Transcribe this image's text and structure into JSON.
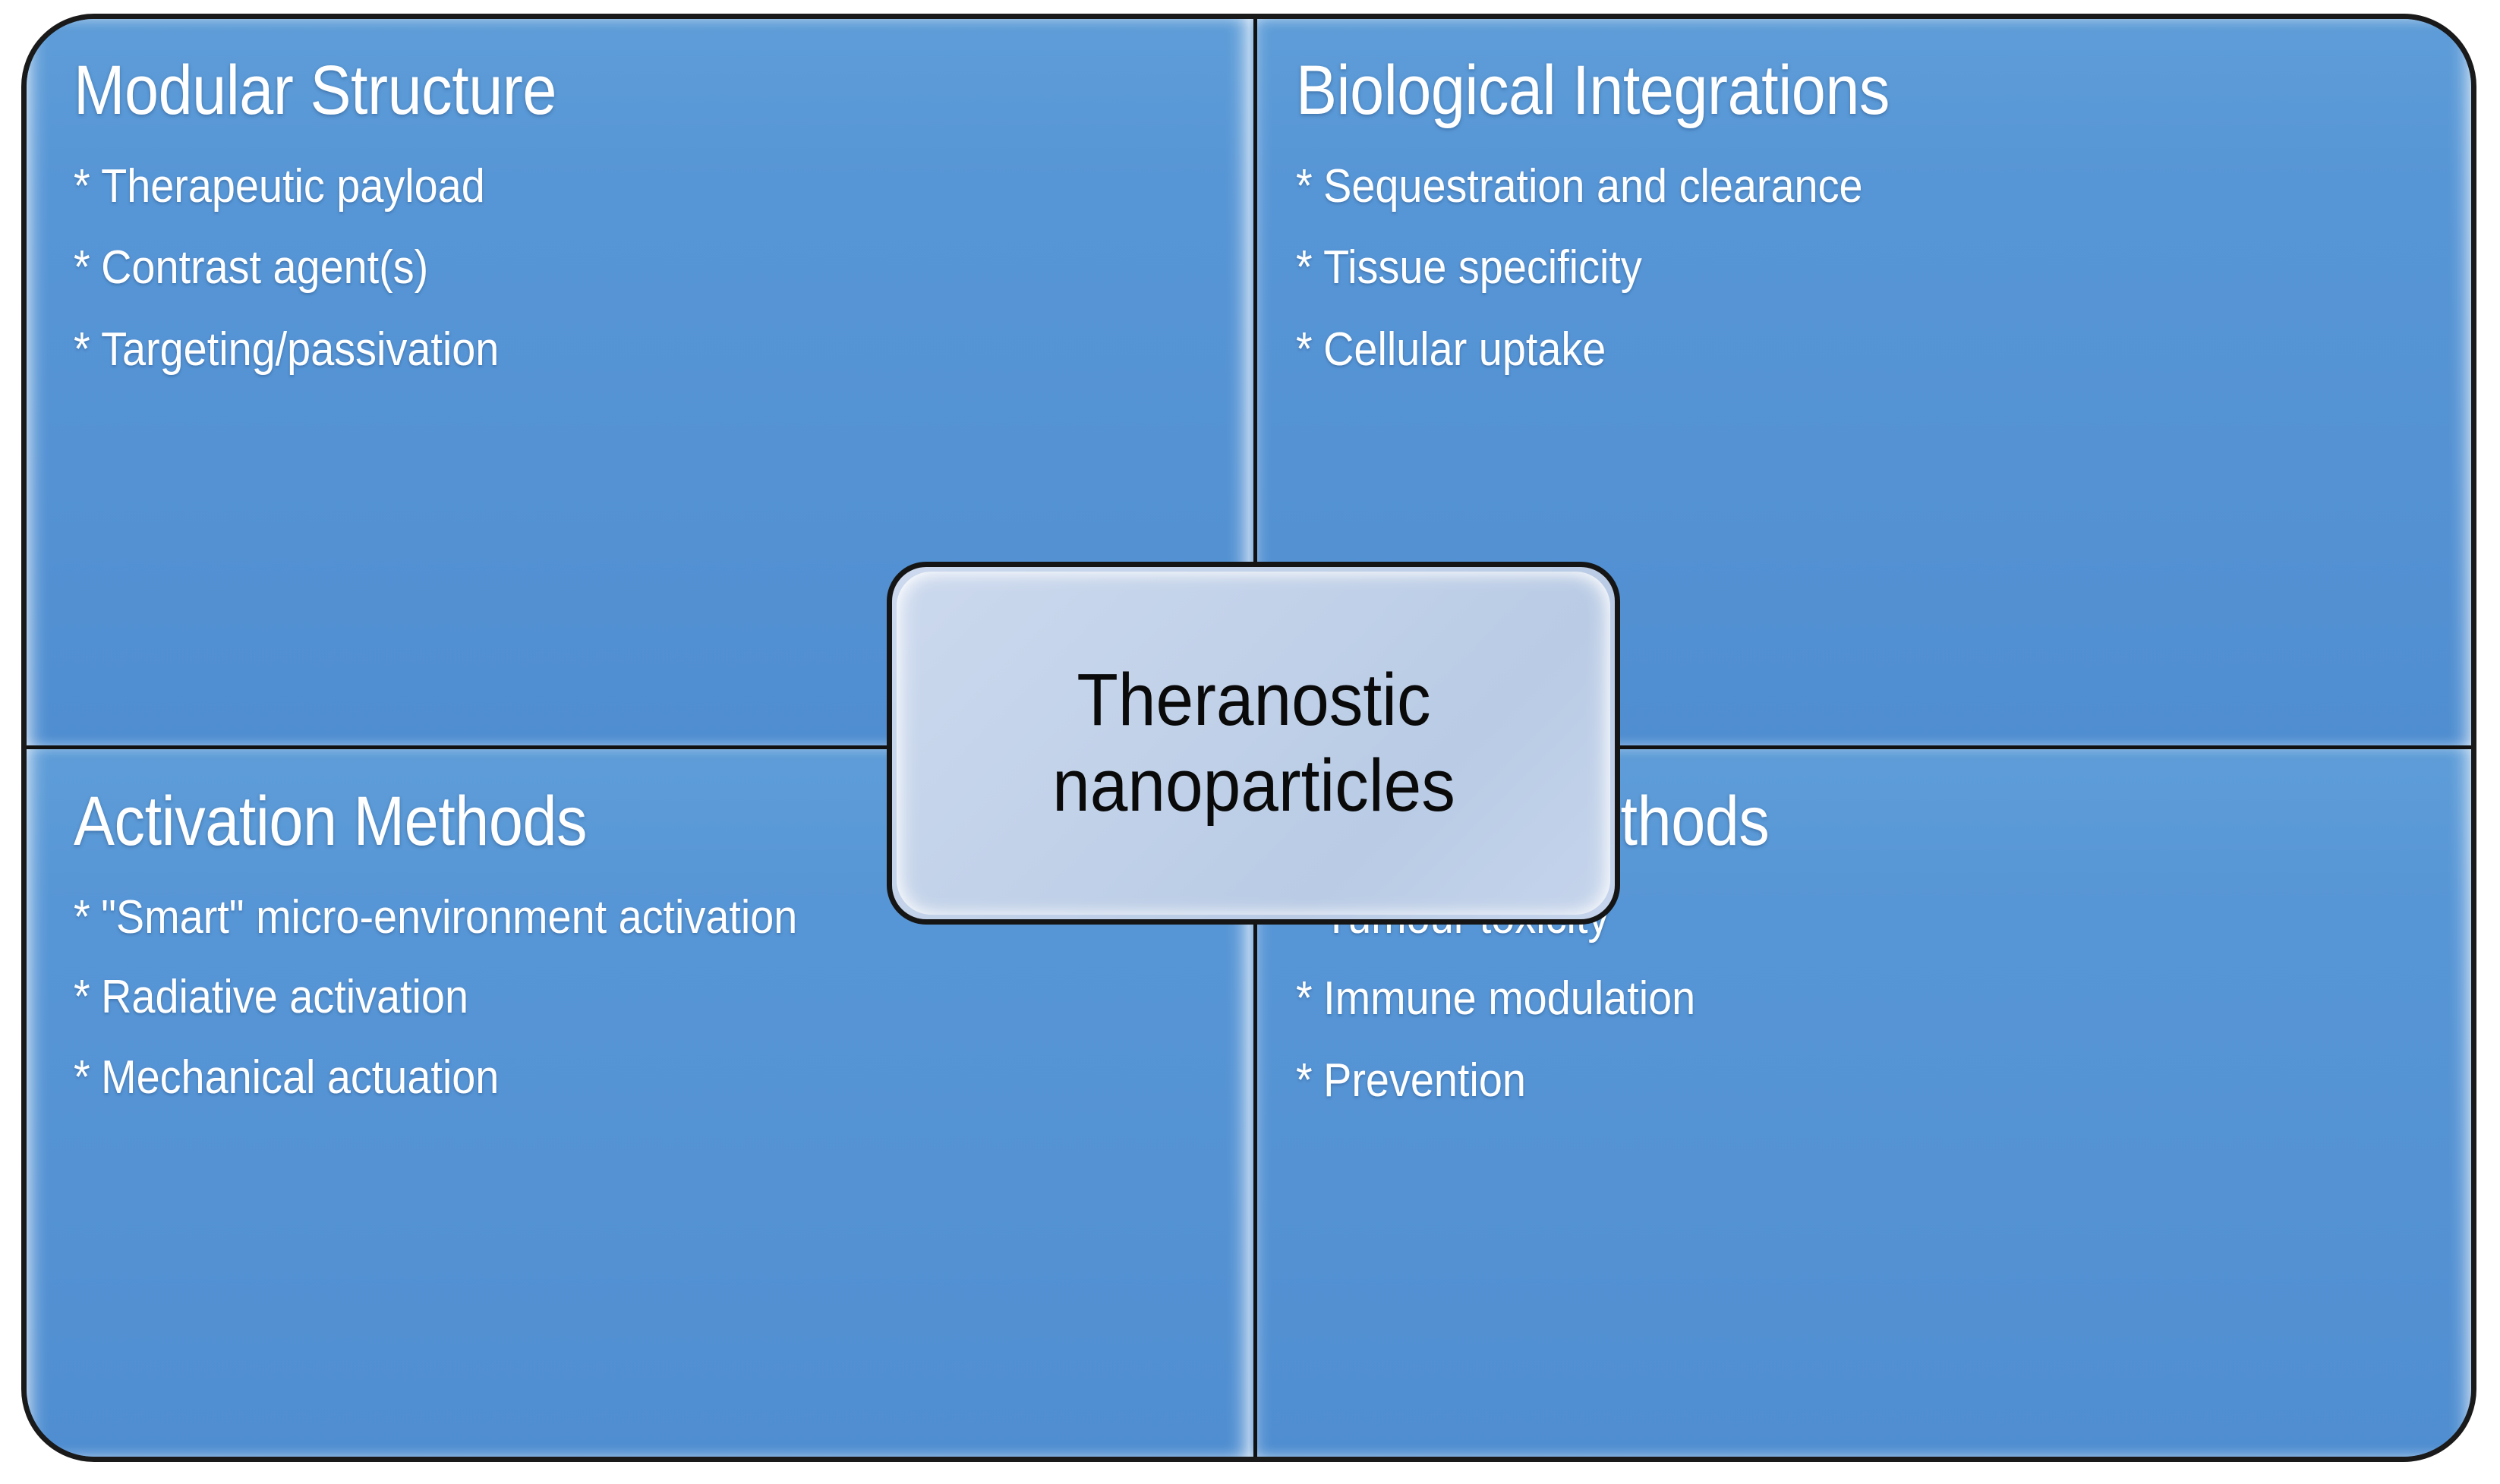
{
  "center": {
    "line1": "Theranostic",
    "line2": "nanoparticles"
  },
  "colors": {
    "panel_blue": "#5796D6",
    "center_fill": "#C2D2E9",
    "border_black": "#151515",
    "text_white": "#FFFFFF",
    "text_black": "#0A0A0A"
  },
  "bullet_marker": "*",
  "quadrants": [
    {
      "id": "modular-structure",
      "title": "Modular Structure",
      "items": [
        "Therapeutic payload",
        "Contrast agent(s)",
        "Targeting/passivation"
      ]
    },
    {
      "id": "biological-integrations",
      "title": "Biological Integrations",
      "items": [
        "Sequestration and clearance",
        "Tissue specificity",
        "Cellular uptake"
      ]
    },
    {
      "id": "activation-methods",
      "title": "Activation Methods",
      "items": [
        "\"Smart\" micro-environment activation",
        "Radiative activation",
        "Mechanical actuation"
      ]
    },
    {
      "id": "therapy-methods",
      "title": "Therapy Methods",
      "items": [
        "Tumour toxicity",
        "Immune modulation",
        "Prevention"
      ]
    }
  ]
}
